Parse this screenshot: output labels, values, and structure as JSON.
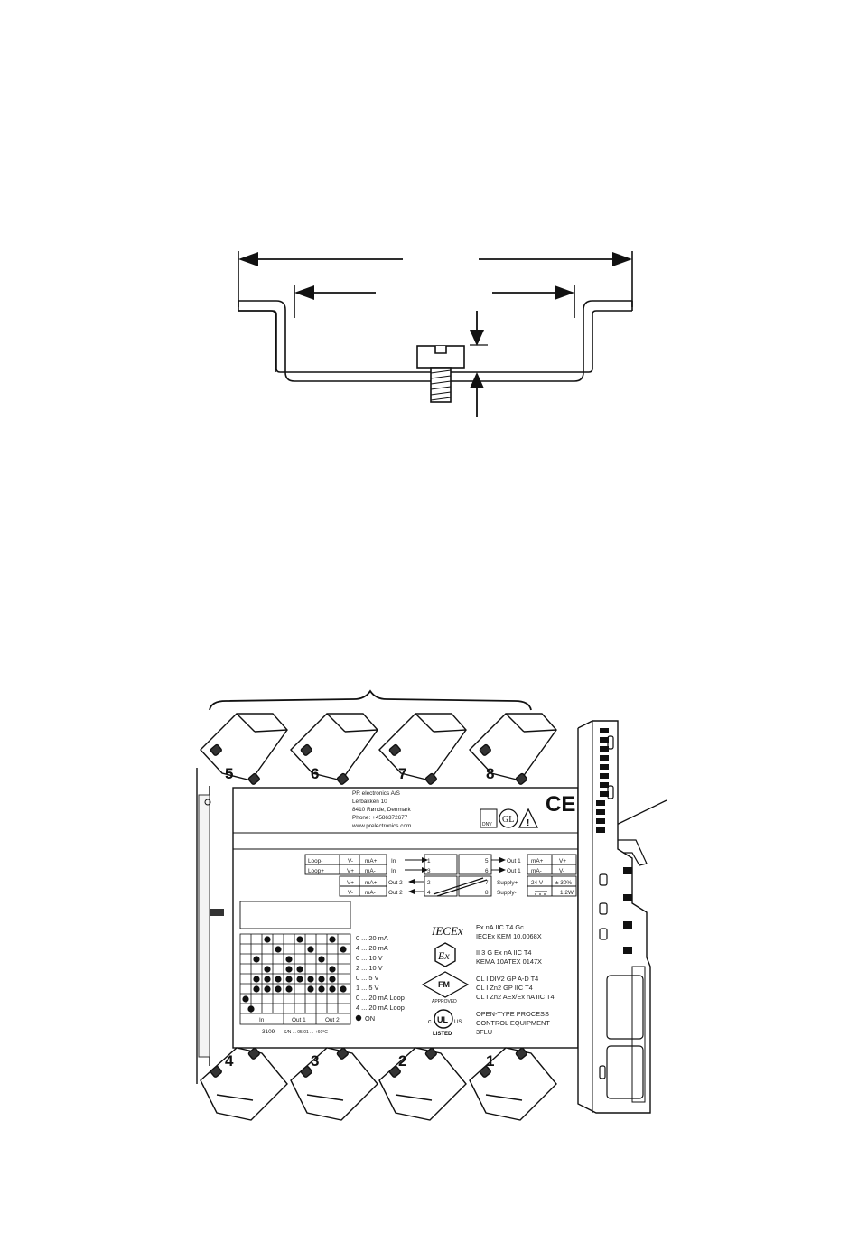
{
  "terminals": {
    "top": [
      "5",
      "6",
      "7",
      "8"
    ],
    "bottom": [
      "4",
      "3",
      "2",
      "1"
    ]
  },
  "manufacturer": {
    "lines": [
      "PR electronics A/S",
      "Lerbakken 10",
      "8410 Rønde, Denmark",
      "Phone: +4586372677",
      "www.prelectronics.com"
    ]
  },
  "marks": {
    "ce": "CE",
    "gl": "GL",
    "warning": "!",
    "dnv": "DNV",
    "iecex": "IECEx",
    "ex": "Ex",
    "fm": "FM",
    "fm_approved": "APPROVED",
    "ul": "UL",
    "ul_c": "c",
    "ul_us": "US",
    "ul_listed": "LISTED"
  },
  "wiring": {
    "input_table": [
      [
        "Loop-",
        "V-",
        "mA+"
      ],
      [
        "Loop+",
        "V+",
        "mA-"
      ]
    ],
    "output2_table": [
      [
        "V+",
        "mA+"
      ],
      [
        "V-",
        "mA-"
      ]
    ],
    "left_labels": [
      "In",
      "In",
      "Out 2",
      "Out 2"
    ],
    "left_pins": [
      "1",
      "3",
      "2",
      "4"
    ],
    "right_pins": [
      "5",
      "6",
      "7",
      "8"
    ],
    "right_labels": [
      "Out 1",
      "Out 1",
      "Supply+",
      "Supply-"
    ],
    "output1_table": [
      [
        "mA+",
        "V+"
      ],
      [
        "mA-",
        "V-"
      ]
    ],
    "supply_table": [
      [
        "24 V",
        "± 30%"
      ],
      [
        "",
        "1.2W"
      ]
    ]
  },
  "ranges": [
    "0 ... 20 mA",
    "4 ... 20 mA",
    "0 ... 10 V",
    "2 ... 10 V",
    "0 ... 5 V",
    "1 ... 5 V",
    "0 ... 20 mA Loop",
    "4 ... 20 mA Loop"
  ],
  "dip_legend": "ON",
  "dip_columns": [
    "In",
    "Out 1",
    "Out 2"
  ],
  "model_line": {
    "model": "3109",
    "suffix": "S/N ... 05 01 ... +60°C"
  },
  "approvals": [
    "Ex nA IIC T4 Gc",
    "IECEx KEM 10.0068X",
    "II 3 G Ex nA IIC T4",
    "KEMA 10ATEX 0147X",
    "CL I DIV2 GP A-D T4",
    "CL I Zn2 GP IIC T4",
    "CL I Zn2 AEx/Ex nA IIC T4",
    "OPEN-TYPE PROCESS",
    "CONTROL EQUIPMENT",
    "3FLU"
  ]
}
